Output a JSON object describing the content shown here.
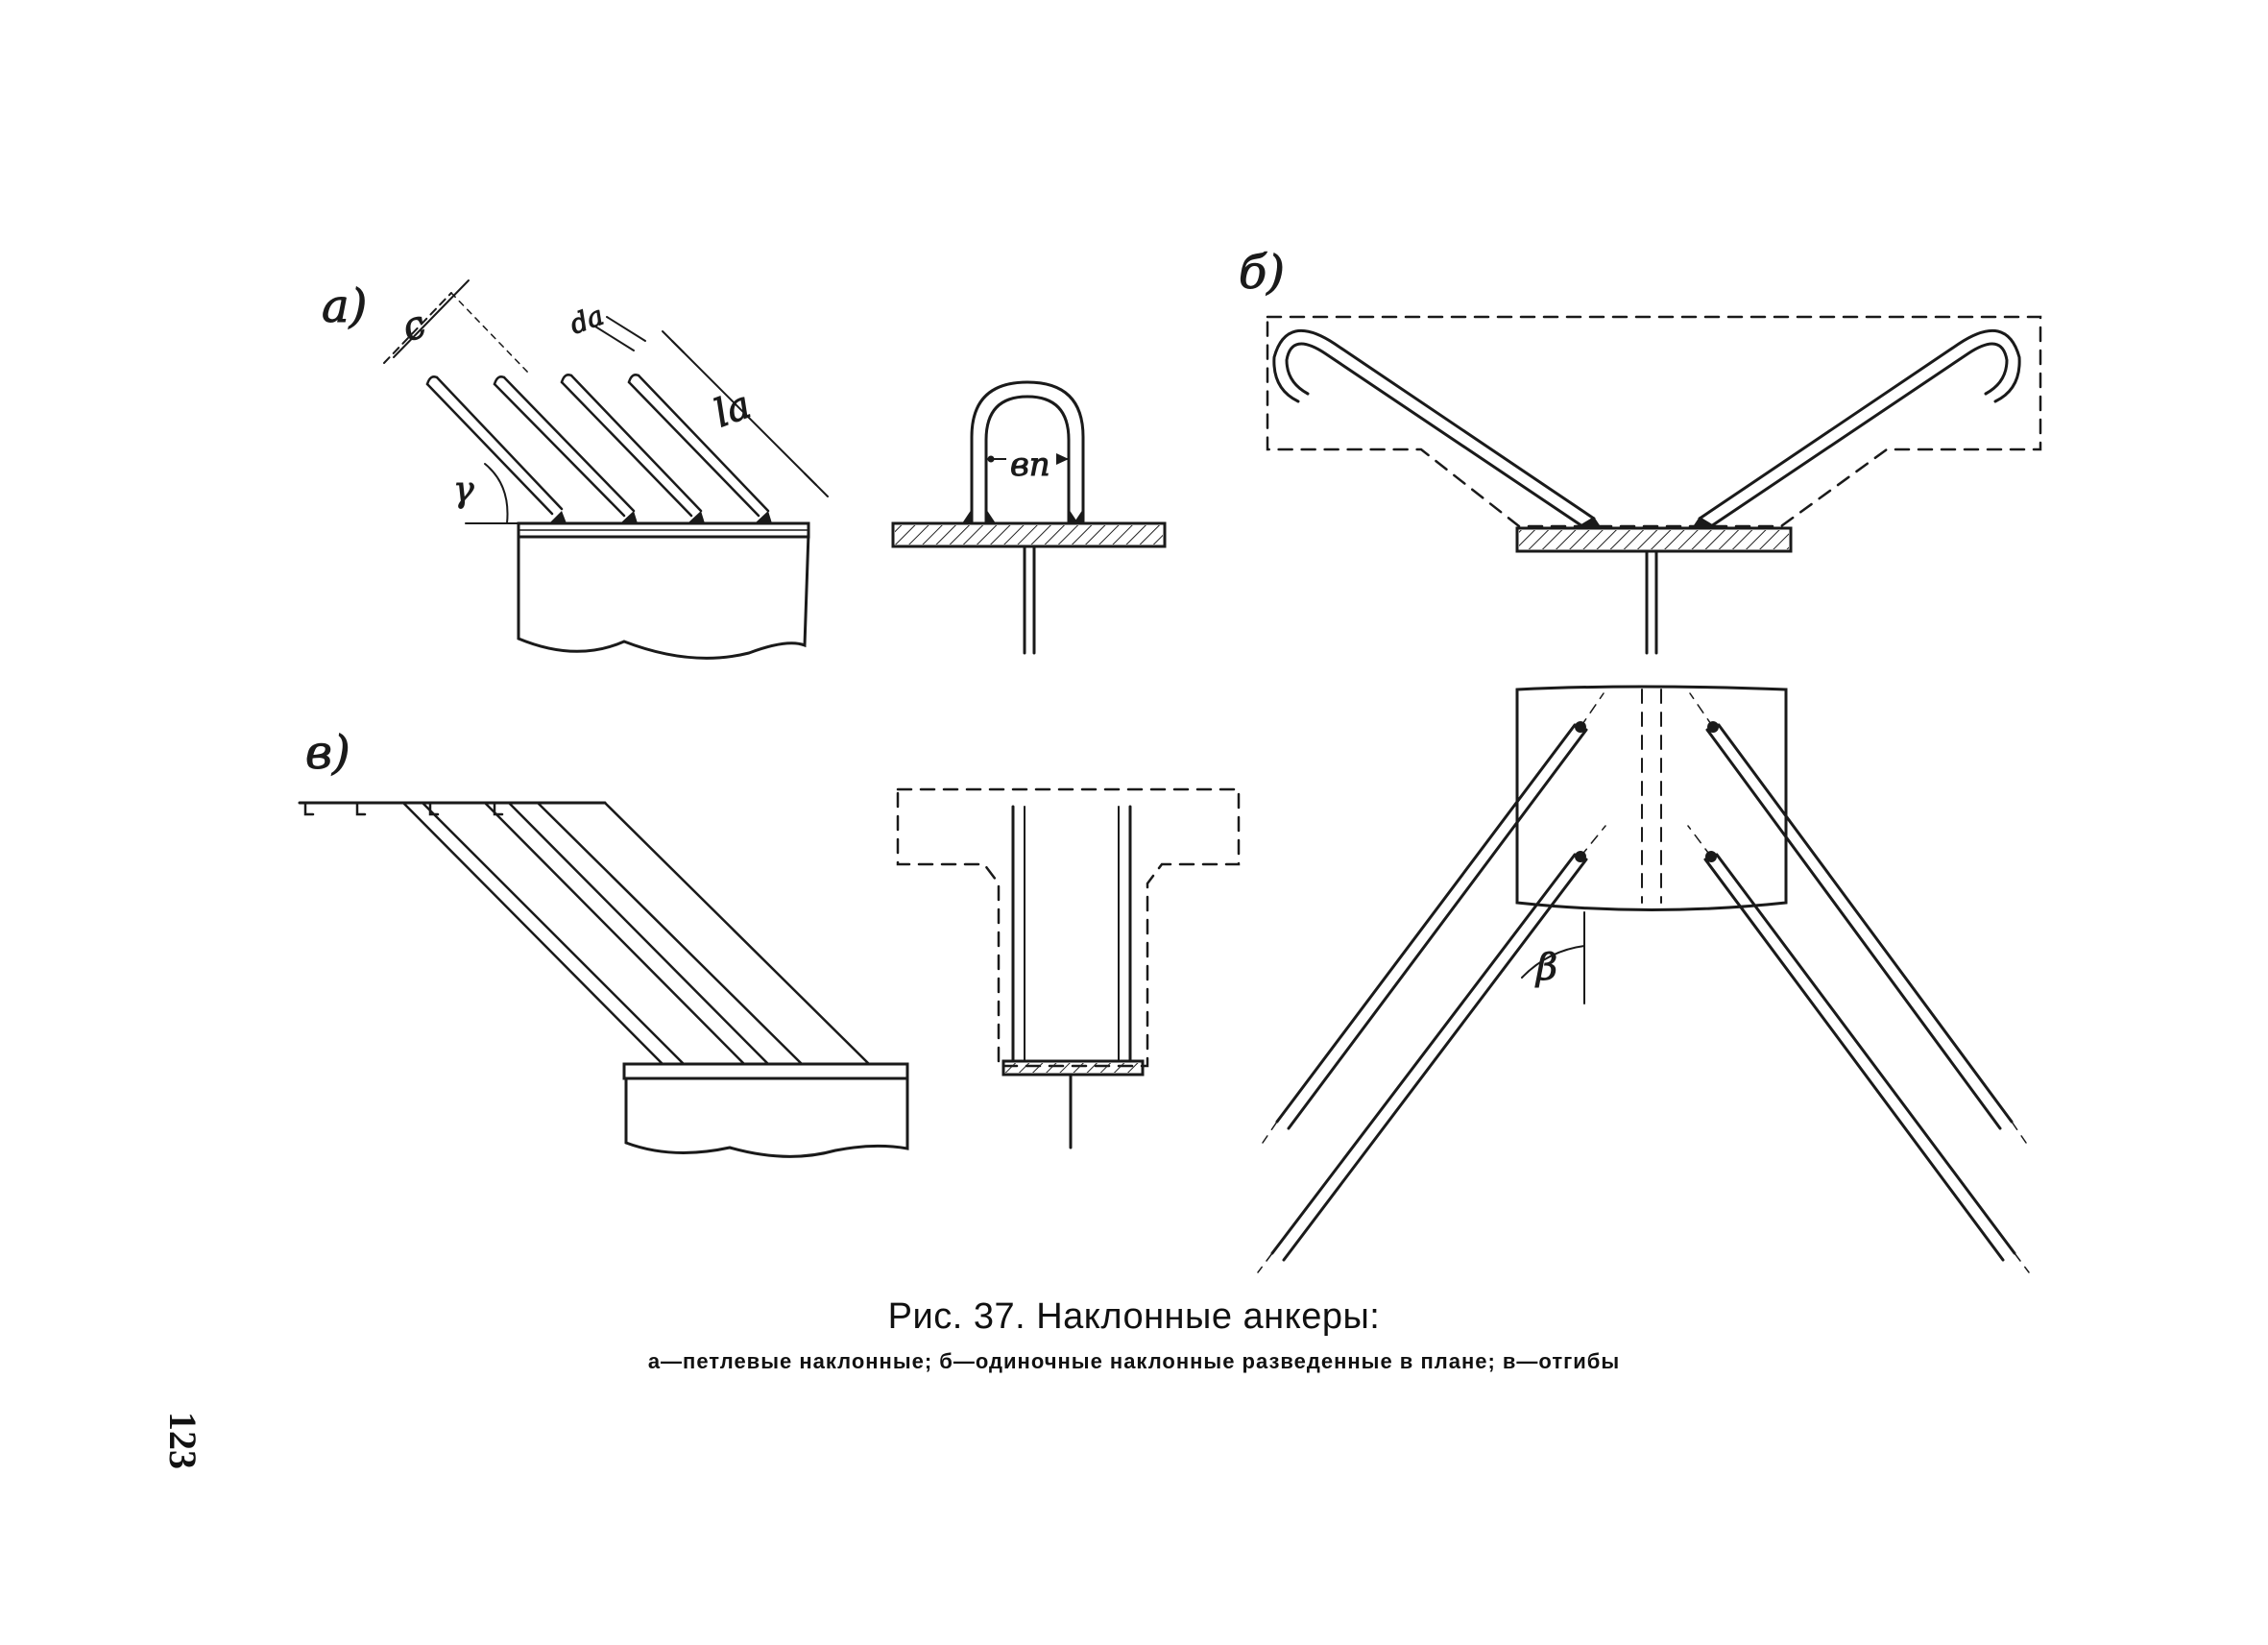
{
  "figure": {
    "panel_labels": {
      "a": "а)",
      "b": "б)",
      "v": "в)"
    },
    "dimension_labels": {
      "c": "c",
      "d_a": "dа",
      "l_a": "lа",
      "gamma": "γ",
      "b_p": "вп",
      "beta": "β"
    }
  },
  "caption": {
    "title": "Рис. 37. Наклонные анкеры:",
    "legend": "а—петлевые наклонные; б—одиночные наклонные разведенные в плане; в—отгибы"
  },
  "page_number": "123"
}
